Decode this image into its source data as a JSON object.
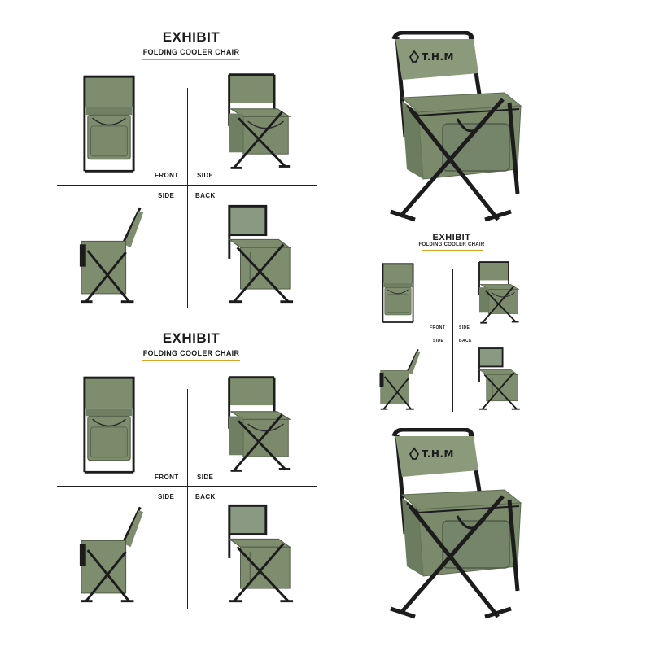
{
  "exhibit": {
    "title": "EXHIBIT",
    "subtitle": "FOLDING COOLER CHAIR",
    "labels": {
      "front": "FRONT",
      "side_top": "SIDE",
      "side_bottom": "SIDE",
      "back": "BACK"
    }
  },
  "product": {
    "brand": "T.H.M"
  },
  "colors": {
    "chair_green": "#7d8d6d",
    "chair_dark": "#5e6b52",
    "frame": "#1c1c1c",
    "accent_gold": "#d9a520"
  }
}
